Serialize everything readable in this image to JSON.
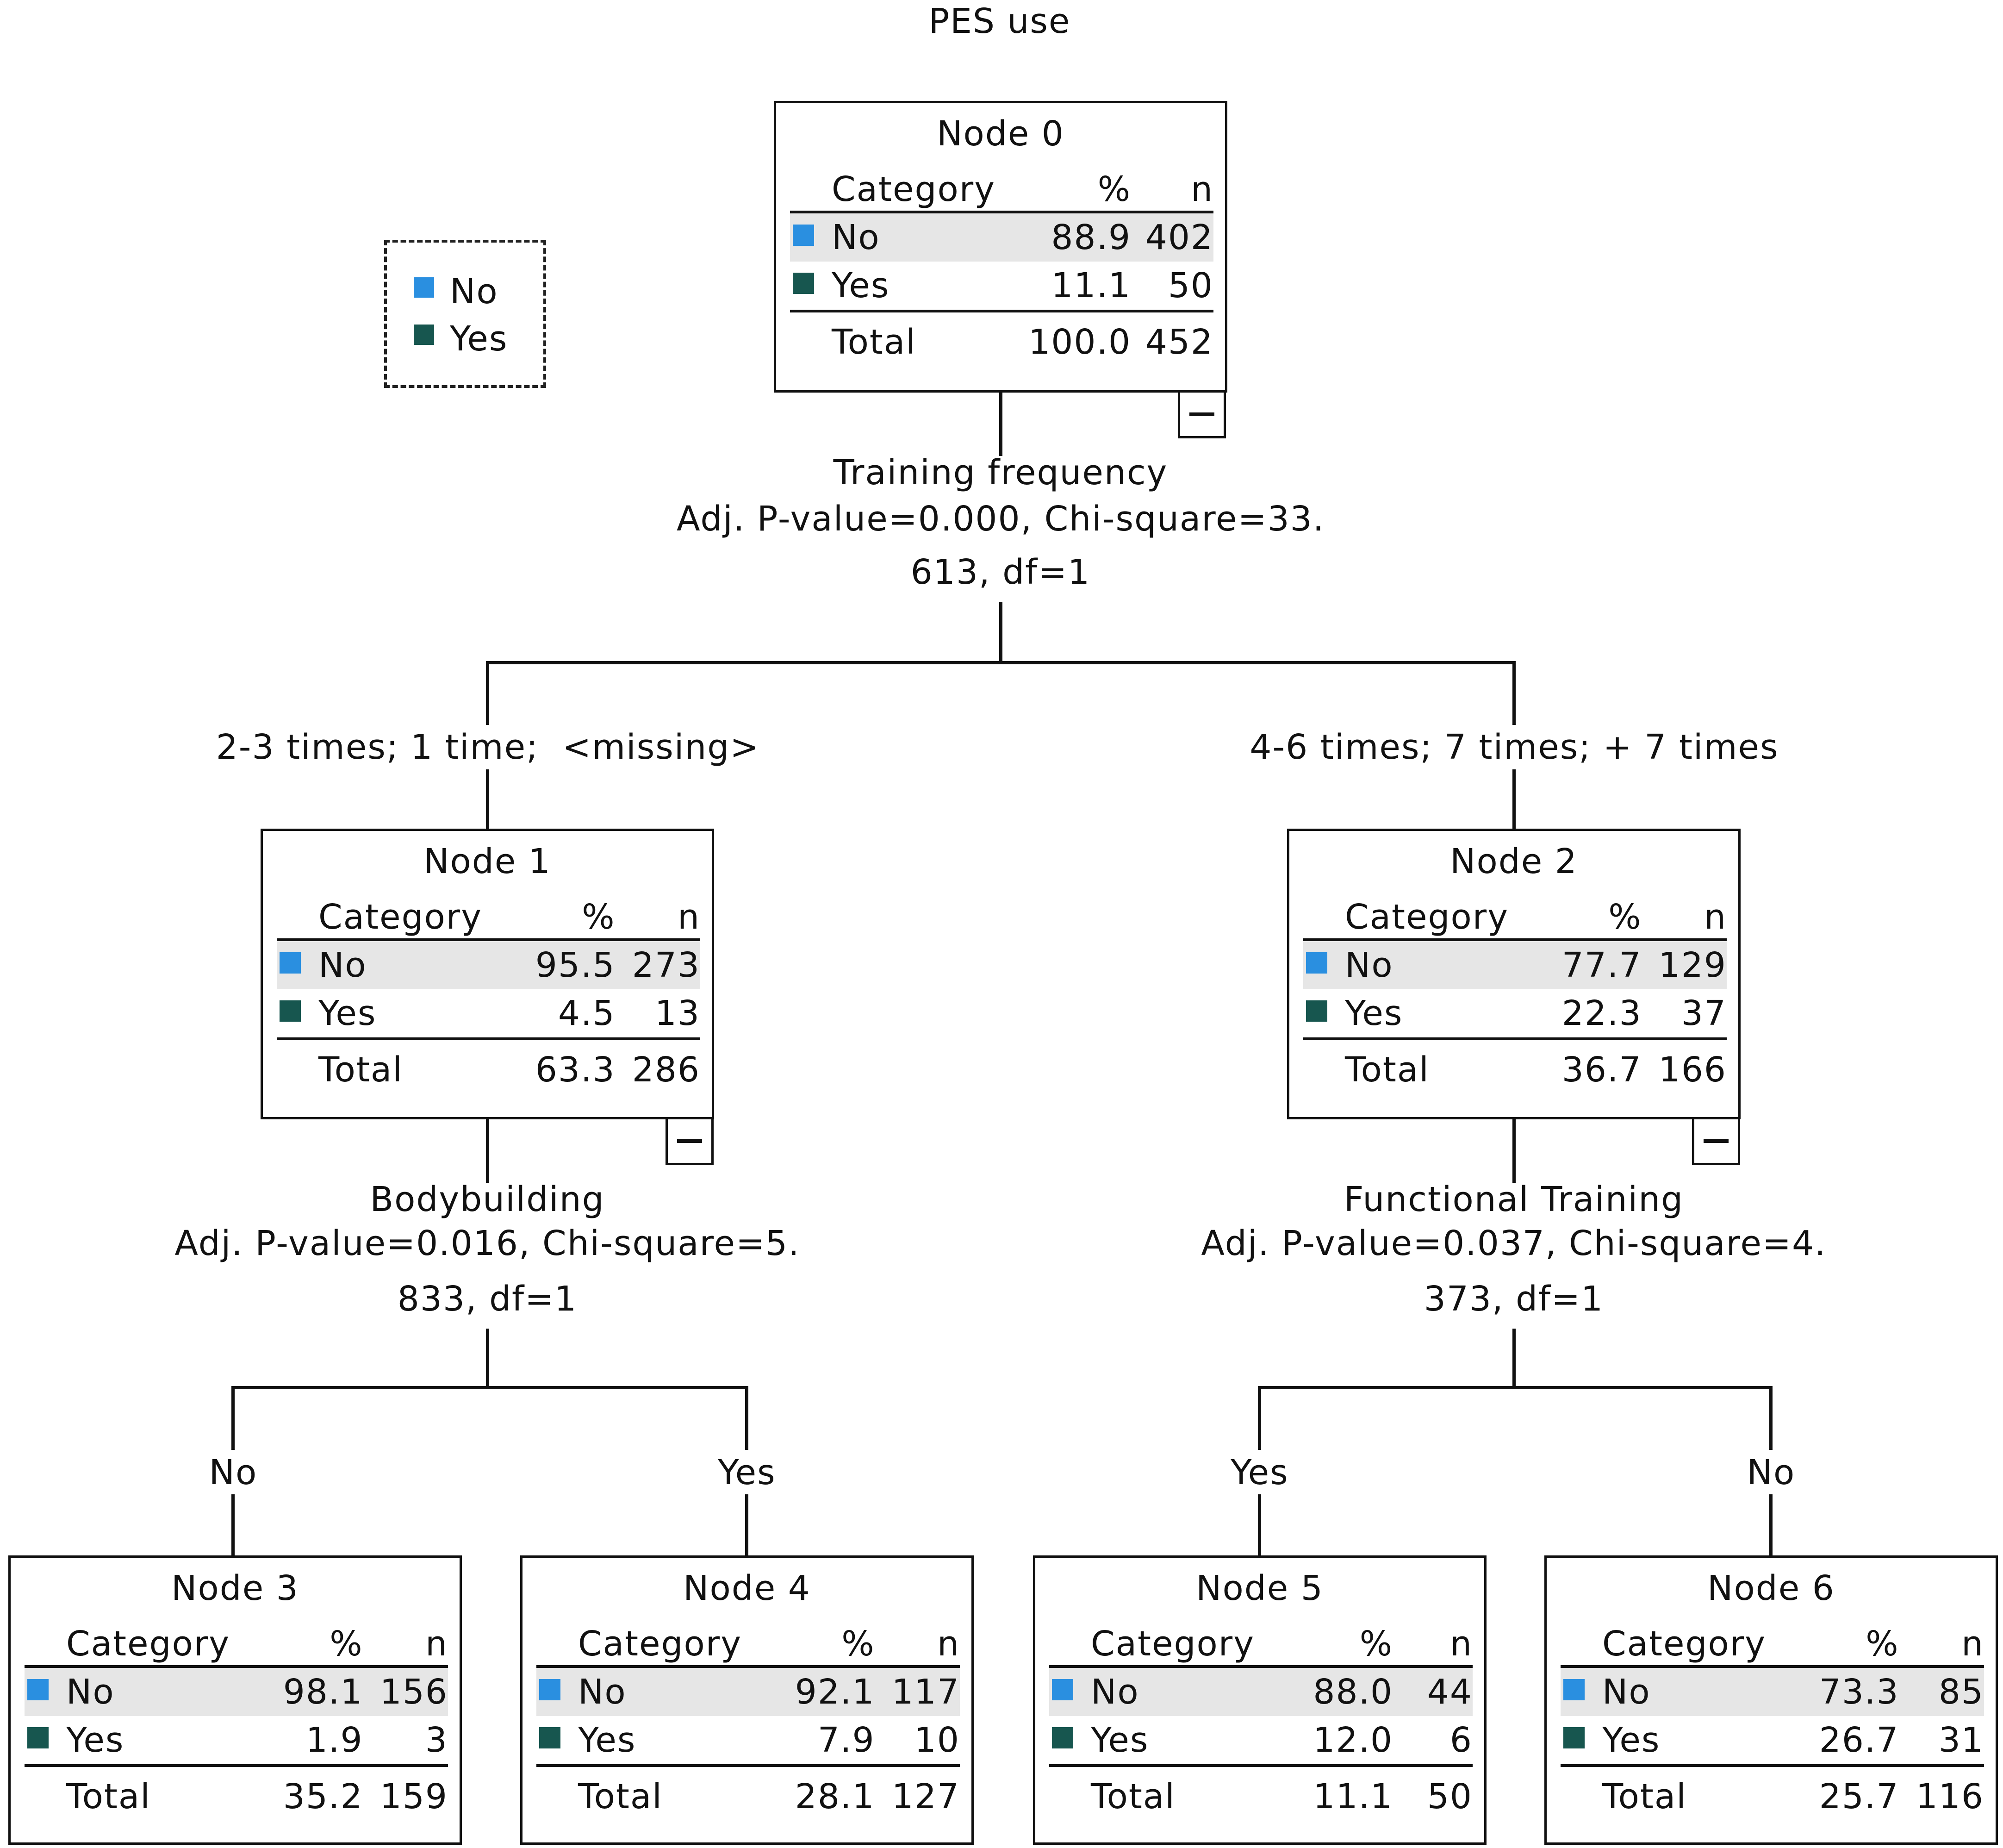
{
  "title": "PES use",
  "colors": {
    "no": "#2a8fe0",
    "yes": "#17564f",
    "highlight_row": "#e6e6e6",
    "line": "#111111"
  },
  "icons": {
    "collapse": "minus-square-icon",
    "legend_swatch": "square-icon"
  },
  "legend": [
    {
      "label": "No",
      "color": "#2a8fe0"
    },
    {
      "label": "Yes",
      "color": "#17564f"
    }
  ],
  "table_headers": {
    "category": "Category",
    "percent": "%",
    "n": "n"
  },
  "nodes": [
    {
      "title": "Node 0",
      "rows": [
        {
          "cat": "No",
          "pct": "88.9",
          "n": "402"
        },
        {
          "cat": "Yes",
          "pct": "11.1",
          "n": "50"
        }
      ],
      "total": {
        "label": "Total",
        "pct": "100.0",
        "n": "452"
      }
    },
    {
      "title": "Node 1",
      "rows": [
        {
          "cat": "No",
          "pct": "95.5",
          "n": "273"
        },
        {
          "cat": "Yes",
          "pct": "4.5",
          "n": "13"
        }
      ],
      "total": {
        "label": "Total",
        "pct": "63.3",
        "n": "286"
      }
    },
    {
      "title": "Node 2",
      "rows": [
        {
          "cat": "No",
          "pct": "77.7",
          "n": "129"
        },
        {
          "cat": "Yes",
          "pct": "22.3",
          "n": "37"
        }
      ],
      "total": {
        "label": "Total",
        "pct": "36.7",
        "n": "166"
      }
    },
    {
      "title": "Node 3",
      "rows": [
        {
          "cat": "No",
          "pct": "98.1",
          "n": "156"
        },
        {
          "cat": "Yes",
          "pct": "1.9",
          "n": "3"
        }
      ],
      "total": {
        "label": "Total",
        "pct": "35.2",
        "n": "159"
      }
    },
    {
      "title": "Node 4",
      "rows": [
        {
          "cat": "No",
          "pct": "92.1",
          "n": "117"
        },
        {
          "cat": "Yes",
          "pct": "7.9",
          "n": "10"
        }
      ],
      "total": {
        "label": "Total",
        "pct": "28.1",
        "n": "127"
      }
    },
    {
      "title": "Node 5",
      "rows": [
        {
          "cat": "No",
          "pct": "88.0",
          "n": "44"
        },
        {
          "cat": "Yes",
          "pct": "12.0",
          "n": "6"
        }
      ],
      "total": {
        "label": "Total",
        "pct": "11.1",
        "n": "50"
      }
    },
    {
      "title": "Node 6",
      "rows": [
        {
          "cat": "No",
          "pct": "73.3",
          "n": "85"
        },
        {
          "cat": "Yes",
          "pct": "26.7",
          "n": "31"
        }
      ],
      "total": {
        "label": "Total",
        "pct": "25.7",
        "n": "116"
      }
    }
  ],
  "splits": [
    {
      "variable": "Training frequency",
      "stats_line1": "Adj. P-value=0.000, Chi-square=33.",
      "stats_line2": "613, df=1"
    },
    {
      "variable": "Bodybuilding",
      "stats_line1": "Adj. P-value=0.016, Chi-square=5.",
      "stats_line2": "833, df=1"
    },
    {
      "variable": "Functional Training",
      "stats_line1": "Adj. P-value=0.037, Chi-square=4.",
      "stats_line2": "373, df=1"
    }
  ],
  "branches": [
    "2-3 times; 1 time;  <missing>",
    "4-6 times; 7 times; + 7 times",
    "No",
    "Yes",
    "Yes",
    "No"
  ]
}
